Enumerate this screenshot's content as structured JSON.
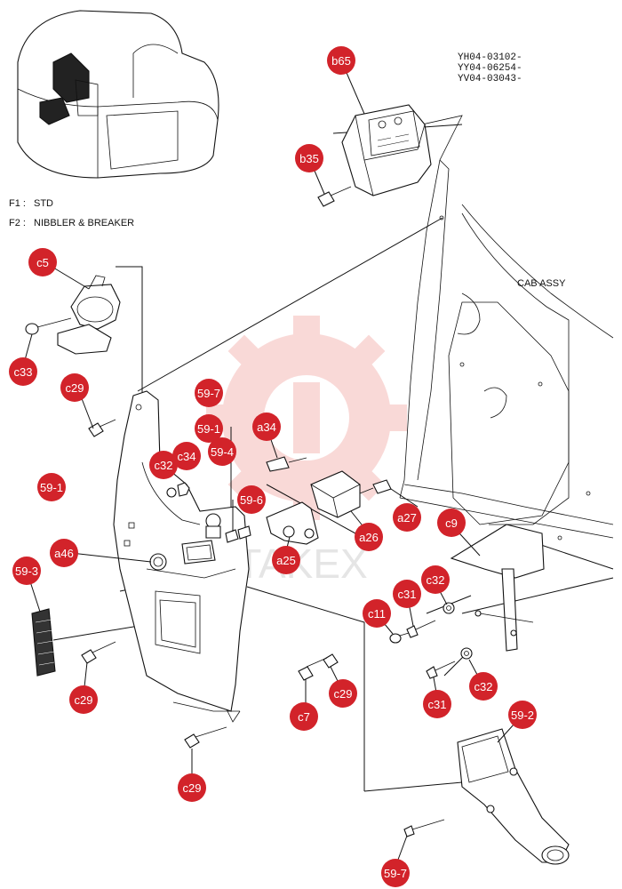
{
  "header": {
    "model_codes": [
      "YH04-03102-",
      "YY04-06254-",
      "YV04-03043-"
    ]
  },
  "legend": [
    {
      "key": "F1 :",
      "label": "STD"
    },
    {
      "key": "F2 :",
      "label": "NIBBLER & BREAKER"
    }
  ],
  "region_label": "CAB ASSY",
  "watermark": "TAKEX",
  "colors": {
    "callout": "#d2232a",
    "watermark": "#e8554f",
    "line": "#111111"
  },
  "callouts": [
    {
      "id": "b65",
      "text": "b65"
    },
    {
      "id": "b35",
      "text": "b35"
    },
    {
      "id": "c5",
      "text": "c5"
    },
    {
      "id": "c33",
      "text": "c33"
    },
    {
      "id": "c29a",
      "text": "c29"
    },
    {
      "id": "s59-7a",
      "text": "59-7"
    },
    {
      "id": "s59-1a",
      "text": "59-1"
    },
    {
      "id": "s59-4",
      "text": "59-4"
    },
    {
      "id": "a34",
      "text": "a34"
    },
    {
      "id": "c32a",
      "text": "c32"
    },
    {
      "id": "c34",
      "text": "c34"
    },
    {
      "id": "s59-1b",
      "text": "59-1"
    },
    {
      "id": "s59-6",
      "text": "59-6"
    },
    {
      "id": "a27",
      "text": "a27"
    },
    {
      "id": "a26",
      "text": "a26"
    },
    {
      "id": "a25",
      "text": "a25"
    },
    {
      "id": "c9",
      "text": "c9"
    },
    {
      "id": "a46",
      "text": "a46"
    },
    {
      "id": "s59-3",
      "text": "59-3"
    },
    {
      "id": "c32b",
      "text": "c32"
    },
    {
      "id": "c31a",
      "text": "c31"
    },
    {
      "id": "c11",
      "text": "c11"
    },
    {
      "id": "c29b",
      "text": "c29"
    },
    {
      "id": "c29c",
      "text": "c29"
    },
    {
      "id": "c7",
      "text": "c7"
    },
    {
      "id": "c31b",
      "text": "c31"
    },
    {
      "id": "c32c",
      "text": "c32"
    },
    {
      "id": "s59-2",
      "text": "59-2"
    },
    {
      "id": "c29d",
      "text": "c29"
    },
    {
      "id": "s59-7b",
      "text": "59-7"
    }
  ]
}
